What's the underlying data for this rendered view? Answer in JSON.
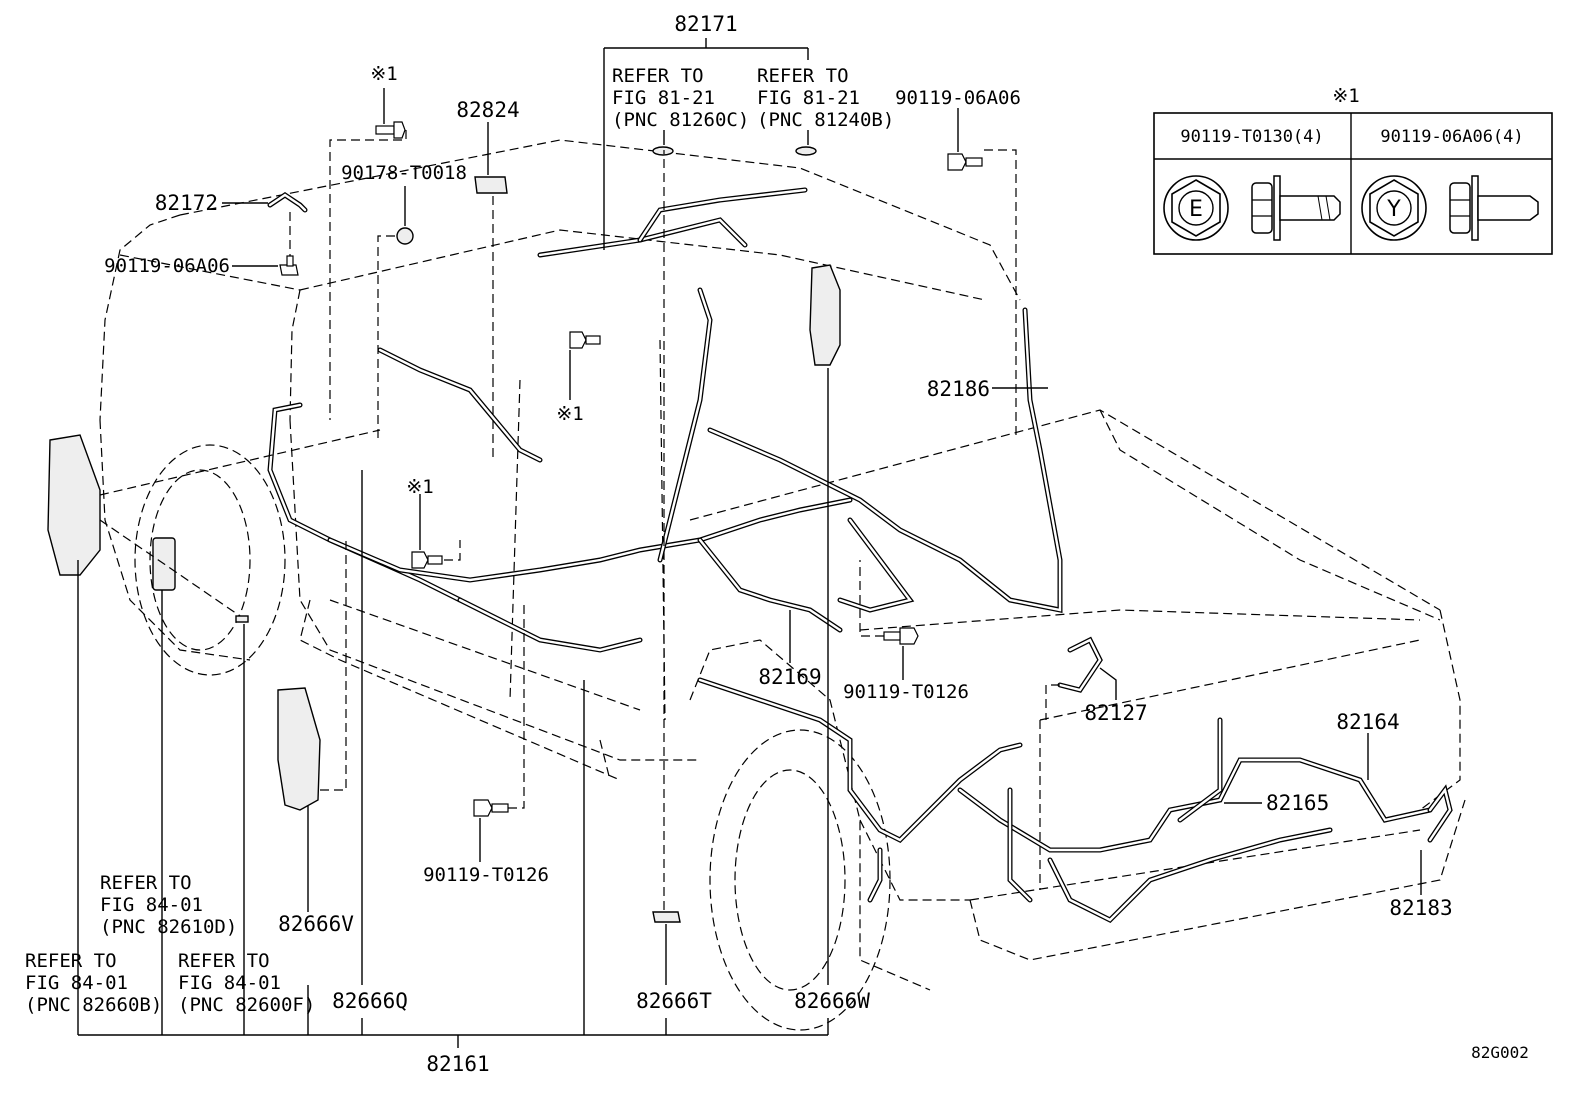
{
  "labels": {
    "p82171": "82171",
    "p82824": "82824",
    "p82172": "82172",
    "p90178": "90178-T0018",
    "p90119_06A06_left": "90119-06A06",
    "p90119_06A06_top": "90119-06A06",
    "p82186": "82186",
    "p82169": "82169",
    "p90119_T0126_mid": "90119-T0126",
    "p90119_T0126_low": "90119-T0126",
    "p82127": "82127",
    "p82164": "82164",
    "p82165": "82165",
    "p82183": "82183",
    "p82666V": "82666V",
    "p82666Q": "82666Q",
    "p82666T": "82666T",
    "p82666W": "82666W",
    "p82161": "82161",
    "mark1_top": "※1",
    "mark1_mid": "※1",
    "mark1_left": "※1",
    "figure_code": "82G002"
  },
  "refs": {
    "ref_81260C": [
      "REFER TO",
      "FIG 81-21",
      "(PNC 81260C)"
    ],
    "ref_81240B": [
      "REFER TO",
      "FIG 81-21",
      "(PNC 81240B)"
    ],
    "ref_82610D": [
      "REFER TO",
      "FIG 84-01",
      "(PNC 82610D)"
    ],
    "ref_82660B": [
      "REFER TO",
      "FIG 84-01",
      "(PNC 82660B)"
    ],
    "ref_82600F": [
      "REFER TO",
      "FIG 84-01",
      "(PNC 82600F)"
    ]
  },
  "table": {
    "mark": "※1",
    "col1_header": "90119-T0130(4)",
    "col2_header": "90119-06A06(4)",
    "col1_letter": "E",
    "col2_letter": "Y"
  }
}
